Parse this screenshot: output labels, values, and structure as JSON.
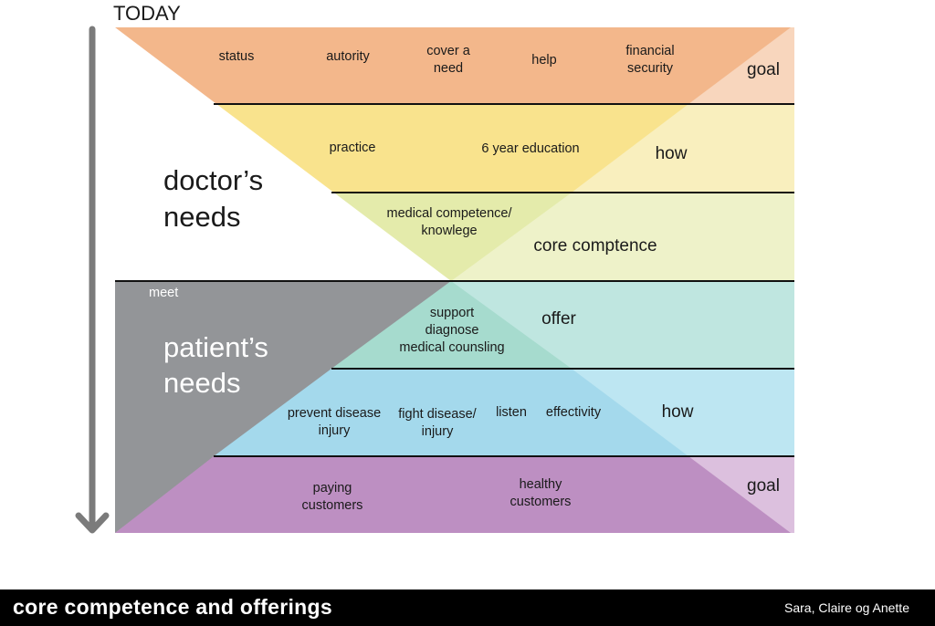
{
  "top_label": "TODAY",
  "colors": {
    "orange": "#f3b78b",
    "orange_light": "#f8d6bd",
    "yellow": "#f9e38d",
    "yellow_light": "#f9efbe",
    "lime": "#e4ebab",
    "lime_light": "#eef2c9",
    "gray": "#939598",
    "teal": "#a6dbce",
    "teal_light": "#bfe6e0",
    "blue": "#a4d9ec",
    "blue_light": "#bde6f2",
    "purple": "#bd8fc2",
    "purple_light": "#dcc0de",
    "arrow": "#7b7b7b",
    "footer": "#000000"
  },
  "rows": {
    "goal_top": {
      "items": [
        {
          "lines": [
            "status"
          ]
        },
        {
          "lines": [
            "autority"
          ]
        },
        {
          "lines": [
            "cover a",
            "need"
          ]
        },
        {
          "lines": [
            "help"
          ]
        },
        {
          "lines": [
            "financial",
            "security"
          ]
        }
      ],
      "side_label": "goal"
    },
    "how_top": {
      "items": [
        {
          "lines": [
            "practice"
          ]
        },
        {
          "lines": [
            "6 year education"
          ]
        }
      ],
      "side_label": "how"
    },
    "core": {
      "items": [
        {
          "lines": [
            "medical competence/",
            "knowlege"
          ]
        }
      ],
      "side_label": "core comptence"
    },
    "offer": {
      "items": [
        {
          "lines": [
            "support",
            "diagnose",
            "medical counsling"
          ]
        }
      ],
      "side_label": "offer"
    },
    "how_bottom": {
      "items": [
        {
          "lines": [
            "prevent disease",
            "injury"
          ]
        },
        {
          "lines": [
            "fight disease/",
            "injury"
          ]
        },
        {
          "lines": [
            "listen"
          ]
        },
        {
          "lines": [
            "effectivity"
          ]
        }
      ],
      "side_label": "how"
    },
    "goal_bottom": {
      "items": [
        {
          "lines": [
            "paying",
            "customers"
          ]
        },
        {
          "lines": [
            "healthy",
            "customers"
          ]
        }
      ],
      "side_label": "goal"
    }
  },
  "doctor_label": [
    "doctor’s",
    "needs"
  ],
  "meet_label": "meet",
  "patient_label": [
    "patient’s",
    "needs"
  ],
  "footer": {
    "title": "core competence and offerings",
    "credit": "Sara, Claire og Anette"
  }
}
